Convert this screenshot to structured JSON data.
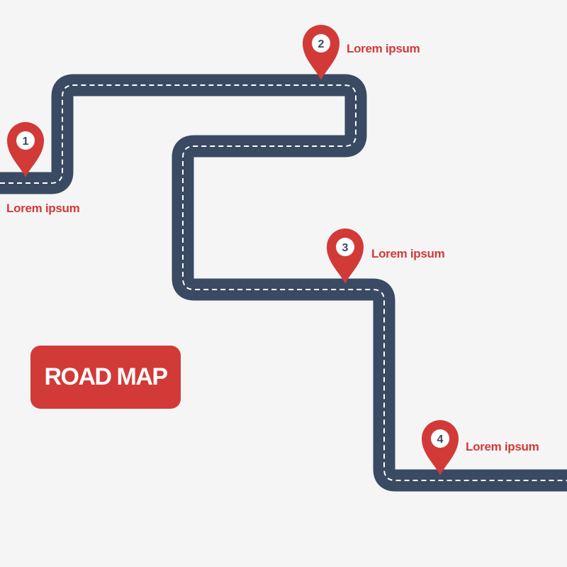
{
  "title": "ROAD MAP",
  "colors": {
    "road": "#3a4a63",
    "lane": "#ffffff",
    "accent": "#d23a38",
    "background": "#f5f5f6",
    "badge": "#ffffff",
    "badge_text": "#3a4a63"
  },
  "milestones": [
    {
      "number": "1",
      "label": "Lorem ipsum",
      "icon": "map-pin-icon"
    },
    {
      "number": "2",
      "label": "Lorem ipsum",
      "icon": "map-pin-icon"
    },
    {
      "number": "3",
      "label": "Lorem ipsum",
      "icon": "map-pin-icon"
    },
    {
      "number": "4",
      "label": "Lorem ipsum",
      "icon": "map-pin-icon"
    }
  ]
}
